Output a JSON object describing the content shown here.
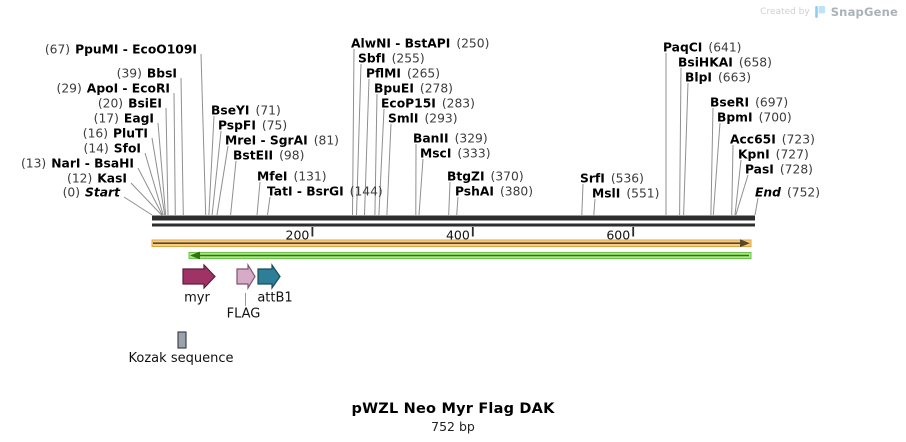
{
  "watermark": {
    "created_by": "Created by",
    "brand": "SnapGene",
    "logo_blue": "#8ccdf0",
    "logo_light": "#bfe2f6"
  },
  "title": {
    "name": "pWZL Neo Myr Flag DAK",
    "length": "752 bp"
  },
  "map": {
    "length_bp": 752,
    "scale_ticks": [
      "200",
      "400",
      "600"
    ],
    "colors": {
      "backbone": "#2e2e2e",
      "orange_band": "#f6cd87",
      "orange_band_edge": "#dfa43f",
      "orange_arrow": "#564a2d",
      "green_band": "#a6e97c",
      "green_band_edge": "#69c24b",
      "green_arrow": "#336f15"
    },
    "sites": {
      "left": [
        {
          "pos": "(67)",
          "name": "PpuMI - EcoO109I",
          "bp": 67
        },
        {
          "pos": "(39)",
          "name": "BbsI",
          "bp": 39
        },
        {
          "pos": "(29)",
          "name": "ApoI - EcoRI",
          "bp": 29
        },
        {
          "pos": "(20)",
          "name": "BsiEI",
          "bp": 20
        },
        {
          "pos": "(17)",
          "name": "EagI",
          "bp": 17
        },
        {
          "pos": "(16)",
          "name": "PluTI",
          "bp": 16
        },
        {
          "pos": "(14)",
          "name": "SfoI",
          "bp": 14
        },
        {
          "pos": "(13)",
          "name": "NarI - BsaHI",
          "bp": 13
        },
        {
          "pos": "(12)",
          "name": "KasI",
          "bp": 12
        },
        {
          "pos": "(0)",
          "name": "Start",
          "bp": 0,
          "italic": true
        }
      ],
      "mid_left": [
        {
          "name": "BseYI",
          "pos": "(71)",
          "bp": 71
        },
        {
          "name": "PspFI",
          "pos": "(75)",
          "bp": 75
        },
        {
          "name": "MreI - SgrAI",
          "pos": "(81)",
          "bp": 81
        },
        {
          "name": "BstEII",
          "pos": "(98)",
          "bp": 98
        },
        {
          "name": "MfeI",
          "pos": "(131)",
          "bp": 131
        },
        {
          "name": "TatI - BsrGI",
          "pos": "(144)",
          "bp": 144
        }
      ],
      "center": [
        {
          "name": "AlwNI - BstAPI",
          "pos": "(250)",
          "bp": 250
        },
        {
          "name": "SbfI",
          "pos": "(255)",
          "bp": 255
        },
        {
          "name": "PflMI",
          "pos": "(265)",
          "bp": 265
        },
        {
          "name": "BpuEI",
          "pos": "(278)",
          "bp": 278
        },
        {
          "name": "EcoP15I",
          "pos": "(283)",
          "bp": 283
        },
        {
          "name": "SmlI",
          "pos": "(293)",
          "bp": 293
        },
        {
          "name": "BanII",
          "pos": "(329)",
          "bp": 329
        },
        {
          "name": "MscI",
          "pos": "(333)",
          "bp": 333
        },
        {
          "name": "BtgZI",
          "pos": "(370)",
          "bp": 370
        },
        {
          "name": "PshAI",
          "pos": "(380)",
          "bp": 380
        }
      ],
      "right_low": [
        {
          "name": "SrfI",
          "pos": "(536)",
          "bp": 536
        },
        {
          "name": "MslI",
          "pos": "(551)",
          "bp": 551
        }
      ],
      "right": [
        {
          "name": "PaqCI",
          "pos": "(641)",
          "bp": 641
        },
        {
          "name": "BsiHKAI",
          "pos": "(658)",
          "bp": 658
        },
        {
          "name": "BlpI",
          "pos": "(663)",
          "bp": 663
        },
        {
          "name": "BseRI",
          "pos": "(697)",
          "bp": 697
        },
        {
          "name": "BpmI",
          "pos": "(700)",
          "bp": 700
        },
        {
          "name": "Acc65I",
          "pos": "(723)",
          "bp": 723
        },
        {
          "name": "KpnI",
          "pos": "(727)",
          "bp": 727
        },
        {
          "name": "PasI",
          "pos": "(728)",
          "bp": 728
        },
        {
          "name": "End",
          "pos": "(752)",
          "bp": 752,
          "italic": true
        }
      ]
    }
  },
  "features": [
    {
      "label": "myr",
      "fill": "#a03366",
      "stroke": "#5c1d3c"
    },
    {
      "label": "FLAG",
      "fill": "#d6abc8",
      "stroke": "#7d5570"
    },
    {
      "label": "attB1",
      "fill": "#2d7f97",
      "stroke": "#174d5c"
    },
    {
      "label": "Kozak sequence",
      "fill": "#9aa2ac",
      "stroke": "#3f464e"
    }
  ]
}
